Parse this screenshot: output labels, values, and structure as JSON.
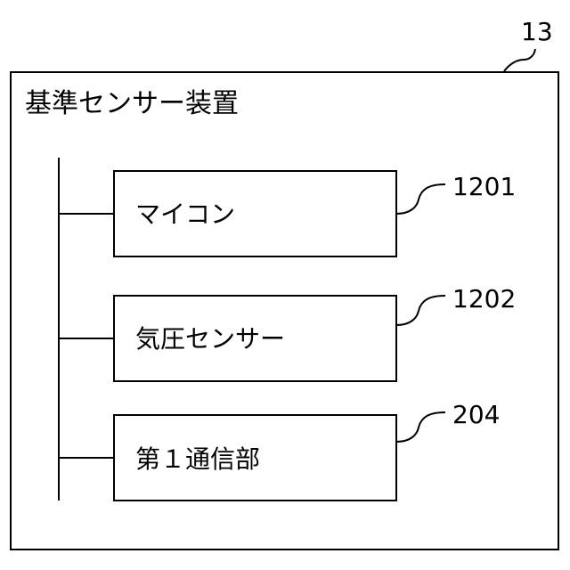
{
  "device": {
    "ref": "13",
    "title": "基準センサー装置"
  },
  "components": [
    {
      "label": "マイコン",
      "ref": "1201"
    },
    {
      "label": "気圧センサー",
      "ref": "1202"
    },
    {
      "label": "第１通信部",
      "ref": "204"
    }
  ]
}
